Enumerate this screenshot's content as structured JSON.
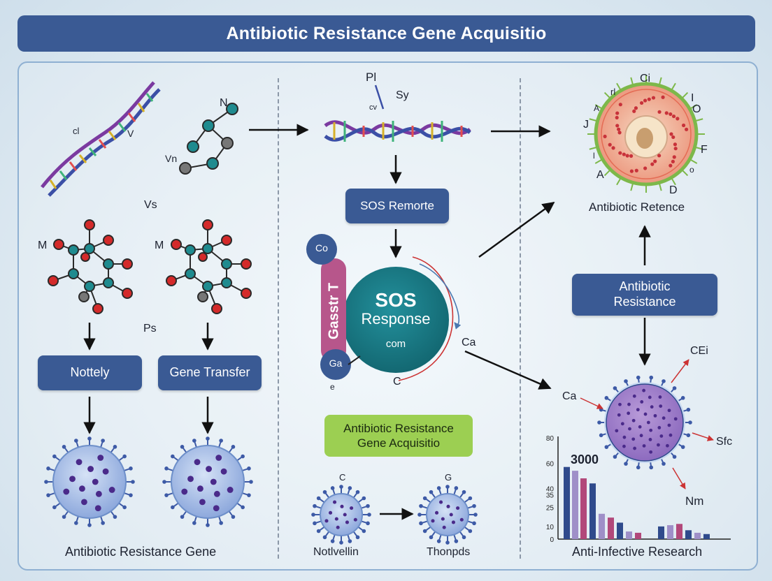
{
  "title": "Antibiotic Resistance Gene Acquisitio",
  "left": {
    "dna_labels": [
      "cl",
      "V"
    ],
    "molecule_labels": [
      "N",
      "Vn"
    ],
    "label_vs": "Vs",
    "label_m1": "M",
    "label_m2": "M",
    "label_ps": "Ps",
    "box_nottely": "Nottely",
    "box_gene_transfer": "Gene Transfer",
    "caption": "Antibiotic Resistance Gene"
  },
  "center": {
    "dna_labels": [
      "Pl",
      "Sy",
      "cv"
    ],
    "box_sos_remorte": "SOS Remorte",
    "sos_title": "SOS",
    "sos_sub": "Response",
    "sos_small": "com",
    "cassette_label": "Gasstr T",
    "top_circle_label": "Co",
    "bottom_circle_label": "Ga",
    "below_circle": "e",
    "arc_label": "C",
    "green_box": "Antibiotic Resistance\nGene Acquisitio",
    "cell_top_left": "C",
    "cell_top_right": "G",
    "caption_left": "Notlvellin",
    "caption_right": "Thonpds"
  },
  "right": {
    "cell_labels": [
      "Ci",
      "rl",
      "A",
      "J",
      "l",
      "I",
      "O",
      "F",
      "A",
      "D",
      "o"
    ],
    "retence_caption": "Antibiotic Retence",
    "box_resistance": "Antibiotic\nResistance",
    "label_ca_center": "Ca",
    "label_ca": "Ca",
    "label_cei": "CEi",
    "label_sfc": "Sfc",
    "label_nm": "Nm",
    "caption": "Anti-Infective Research"
  },
  "chart_data": {
    "type": "bar",
    "annotation": "3000",
    "y_ticks": [
      0,
      10,
      25,
      35,
      40,
      60,
      80
    ],
    "bars": [
      {
        "value": 57,
        "color": "#2f4a8c"
      },
      {
        "value": 54,
        "color": "#9f8fc8"
      },
      {
        "value": 48,
        "color": "#b2487a"
      },
      {
        "value": 44,
        "color": "#2f4a8c"
      },
      {
        "value": 20,
        "color": "#9f8fc8"
      },
      {
        "value": 17,
        "color": "#b2487a"
      },
      {
        "value": 13,
        "color": "#2f4a8c"
      },
      {
        "value": 6,
        "color": "#9f8fc8"
      },
      {
        "value": 5,
        "color": "#b2487a"
      },
      {
        "value": 10,
        "color": "#2f4a8c"
      },
      {
        "value": 11,
        "color": "#9f8fc8"
      },
      {
        "value": 12,
        "color": "#b2487a"
      },
      {
        "value": 7,
        "color": "#2f4a8c"
      },
      {
        "value": 5,
        "color": "#9f8fc8"
      },
      {
        "value": 4,
        "color": "#2f4a8c"
      }
    ],
    "ylim": [
      0,
      80
    ]
  },
  "colors": {
    "accent": "#3a5a94",
    "sos_circle": "#1b7b86",
    "cassette": "#b7568b",
    "green": "#9ccf52"
  }
}
